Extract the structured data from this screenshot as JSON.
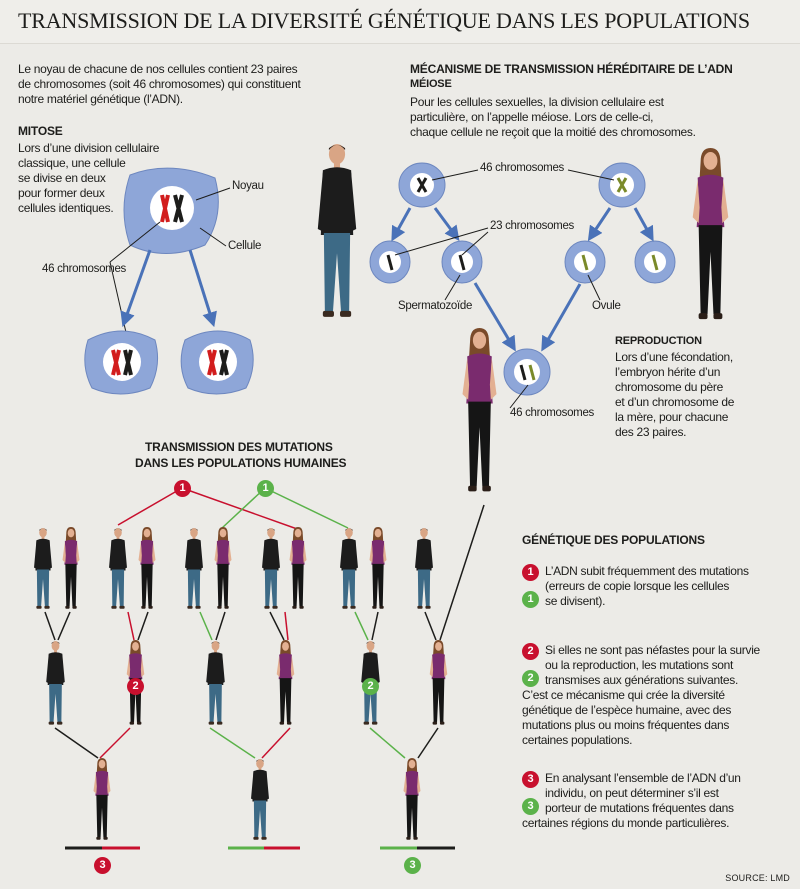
{
  "title": "TRANSMISSION DE LA DIVERSITÉ GÉNÉTIQUE DANS LES POPULATIONS",
  "intro": [
    "Le noyau de chacune de nos cellules contient 23 paires",
    "de chromosomes (soit 46 chromosomes) qui constituent",
    "notre matériel génétique (l’ADN)."
  ],
  "mitose": {
    "heading": "MITOSE",
    "text": [
      "Lors d’une division cellulaire",
      "classique, une cellule",
      "se divise en deux",
      "pour former deux",
      "cellules identiques."
    ],
    "label_noyau": "Noyau",
    "label_cellule": "Cellule",
    "label_chromosomes": "46 chromosomes"
  },
  "meiose": {
    "section_heading": "MÉCANISME DE TRANSMISSION HÉRÉDITAIRE DE L’ADN",
    "heading": "MÉIOSE",
    "text": [
      "Pour les cellules sexuelles, la division cellulaire est",
      "particulière, on l’appelle méiose. Lors de celle-ci,",
      "chaque cellule ne reçoit que la moitié des chromosomes."
    ],
    "label_46": "46 chromosomes",
    "label_23": "23 chromosomes",
    "label_sperm": "Spermatozoïde",
    "label_ovule": "Ovule",
    "label_46b": "46 chromosomes"
  },
  "reproduction": {
    "heading": "REPRODUCTION",
    "text": [
      "Lors d’une fécondation,",
      "l’embryon hérite d’un",
      "chromosome du père",
      "et d’un chromosome de",
      "la mère, pour chacune",
      "des 23 paires."
    ]
  },
  "mutations": {
    "heading": [
      "TRANSMISSION DES MUTATIONS",
      "DANS LES POPULATIONS HUMAINES"
    ],
    "badges": {
      "one": "1",
      "two": "2",
      "three": "3"
    }
  },
  "genetique": {
    "heading": "GÉNÉTIQUE DES POPULATIONS",
    "p1": [
      "L’ADN subit fréquemment des mutations",
      "(erreurs de copie lorsque les cellules",
      "se divisent)."
    ],
    "p2": [
      "Si elles ne sont pas néfastes pour la survie",
      "ou la reproduction, les mutations sont",
      "transmises aux générations suivantes.",
      "C’est ce mécanisme qui crée la diversité",
      "génétique de l’espèce humaine, avec des",
      "mutations plus ou moins fréquentes dans",
      "certaines populations."
    ],
    "p3": [
      "En analysant l’ensemble de l’ADN d’un",
      "individu, on peut déterminer s’il est",
      "porteur de mutations fréquentes dans",
      "certaines régions du monde particulières."
    ]
  },
  "source": "SOURCE: LMD",
  "colors": {
    "red": "#c8102e",
    "green": "#5bb24a",
    "cell": "#8ea6d8",
    "nucleus": "#ffffff",
    "arrow": "#4a72b8",
    "shirt_woman": "#7a2b6e"
  }
}
